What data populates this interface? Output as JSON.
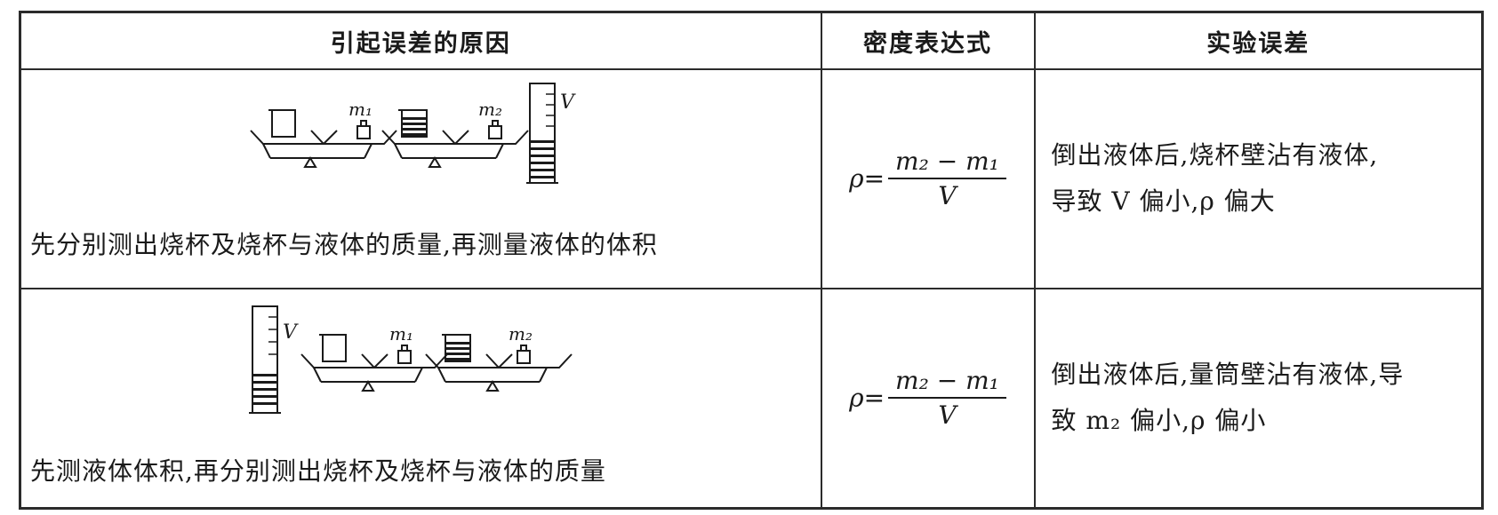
{
  "headers": [
    "引起误差的原因",
    "密度表达式",
    "实验误差"
  ],
  "rows": [
    {
      "cause": "先分别测出烧杯及烧杯与液体的质量,再测量液体的体积",
      "formula": {
        "rho": "ρ=",
        "numerator": "m₂ − m₁",
        "denominator": "V"
      },
      "error_line1": "倒出液体后,烧杯壁沾有液体,",
      "error_line2": "导致 V 偏小,ρ 偏大"
    },
    {
      "cause": "先测液体体积,再分别测出烧杯及烧杯与液体的质量",
      "formula": {
        "rho": "ρ=",
        "numerator": "m₂ − m₁",
        "denominator": "V"
      },
      "error_line1": "倒出液体后,量筒壁沾有液体,导",
      "error_line2": "致 m₂ 偏小,ρ 偏小"
    }
  ],
  "figure_labels": {
    "m1": "m₁",
    "m2": "m₂",
    "v": "V"
  }
}
